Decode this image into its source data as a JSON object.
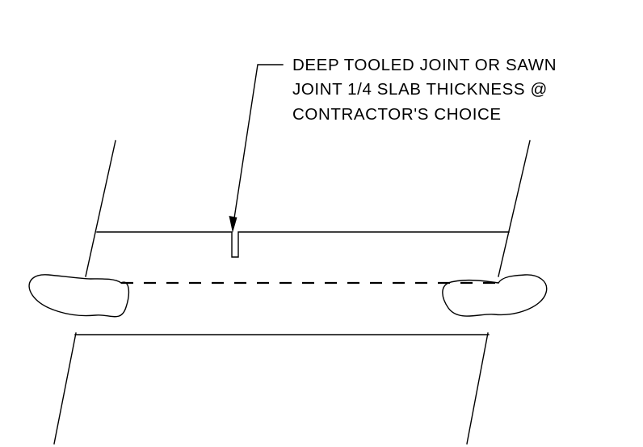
{
  "diagram": {
    "callout": {
      "lines": [
        "DEEP TOOLED JOINT OR SAWN",
        "JOINT 1/4 SLAB THICKNESS @",
        "CONTRACTOR'S CHOICE"
      ]
    },
    "colors": {
      "linework": "#000000",
      "background": "#ffffff"
    }
  }
}
